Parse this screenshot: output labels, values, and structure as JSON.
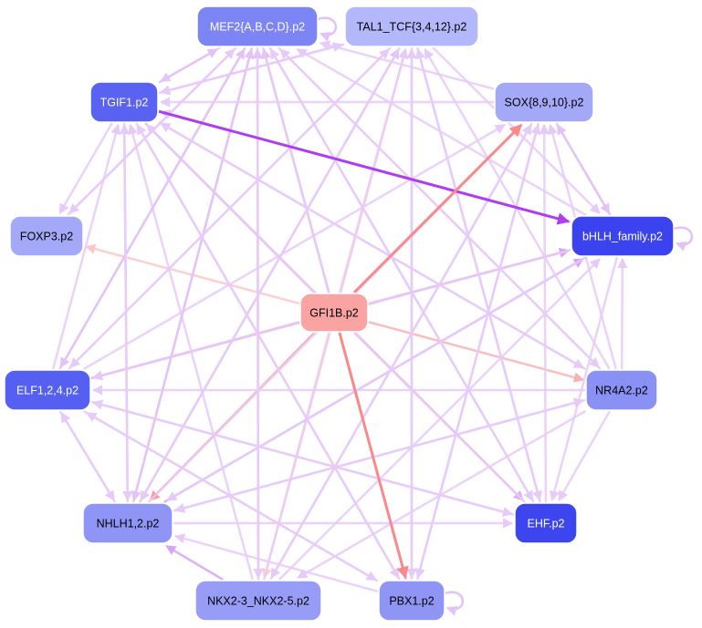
{
  "nodes": [
    {
      "id": "mef2",
      "label": "MEF2{A,B,C,D}.p2",
      "fill": "#7d85f4",
      "text": "#ffffff",
      "self_loop": true
    },
    {
      "id": "tal1",
      "label": "TAL1_TCF{3,4,12}.p2",
      "fill": "#b3b8fa",
      "text": "#000000",
      "self_loop": false
    },
    {
      "id": "tgif1",
      "label": "TGIF1.p2",
      "fill": "#5a62f2",
      "text": "#ffffff",
      "self_loop": false
    },
    {
      "id": "sox",
      "label": "SOX{8,9,10}.p2",
      "fill": "#a3a9f7",
      "text": "#000000",
      "self_loop": false
    },
    {
      "id": "foxp3",
      "label": "FOXP3.p2",
      "fill": "#a3a9f7",
      "text": "#000000",
      "self_loop": false
    },
    {
      "id": "bhlh",
      "label": "bHLH_family.p2",
      "fill": "#3a43ee",
      "text": "#ffffff",
      "self_loop": true
    },
    {
      "id": "gfi1b",
      "label": "GFI1B.p2",
      "fill": "#f9a3a3",
      "text": "#000000",
      "self_loop": false
    },
    {
      "id": "elf",
      "label": "ELF1,2,4.p2",
      "fill": "#5560f2",
      "text": "#ffffff",
      "self_loop": false
    },
    {
      "id": "nr4a2",
      "label": "NR4A2.p2",
      "fill": "#8a91f5",
      "text": "#000000",
      "self_loop": false
    },
    {
      "id": "nhlh",
      "label": "NHLH1,2.p2",
      "fill": "#8e95f5",
      "text": "#000000",
      "self_loop": false
    },
    {
      "id": "ehf",
      "label": "EHF.p2",
      "fill": "#3d46ee",
      "text": "#ffffff",
      "self_loop": false
    },
    {
      "id": "nkx",
      "label": "NKX2-3_NKX2-5.p2",
      "fill": "#979df6",
      "text": "#000000",
      "self_loop": false
    },
    {
      "id": "pbx1",
      "label": "PBX1.p2",
      "fill": "#8e95f5",
      "text": "#000000",
      "self_loop": true
    }
  ],
  "edges": [
    {
      "from": "tgif1",
      "to": "bhlh",
      "color": "#b03cf0"
    },
    {
      "from": "gfi1b",
      "to": "sox",
      "color": "#fa8a8a"
    },
    {
      "from": "gfi1b",
      "to": "pbx1",
      "color": "#fa8a8a"
    },
    {
      "from": "gfi1b",
      "to": "nhlh",
      "color": "#fa9a9a"
    },
    {
      "from": "gfi1b",
      "to": "nr4a2",
      "color": "#fab0b0"
    },
    {
      "from": "gfi1b",
      "to": "ehf",
      "color": "#fbbaba"
    },
    {
      "from": "gfi1b",
      "to": "elf",
      "color": "#fbc2c2"
    },
    {
      "from": "gfi1b",
      "to": "foxp3",
      "color": "#fcc8c8"
    },
    {
      "from": "gfi1b",
      "to": "tgif1",
      "color": "#fcc8c8"
    },
    {
      "from": "gfi1b",
      "to": "mef2",
      "color": "#fcc8c8"
    },
    {
      "from": "gfi1b",
      "to": "tal1",
      "color": "#fcd0d0"
    },
    {
      "from": "gfi1b",
      "to": "bhlh",
      "color": "#fcd0d0"
    },
    {
      "from": "gfi1b",
      "to": "nkx",
      "color": "#fcd0d0"
    },
    {
      "from": "elf",
      "to": "bhlh",
      "color": "#d6a6f5"
    },
    {
      "from": "nhlh",
      "to": "bhlh",
      "color": "#d6a6f5"
    },
    {
      "from": "nkx",
      "to": "nhlh",
      "color": "#d6a6f5"
    },
    {
      "from": "nhlh",
      "to": "mef2",
      "color": "#e2c2f8"
    },
    {
      "from": "nhlh",
      "to": "tal1",
      "color": "#e2c2f8"
    },
    {
      "from": "nhlh",
      "to": "tgif1",
      "color": "#e6caf9"
    },
    {
      "from": "nhlh",
      "to": "sox",
      "color": "#e6caf9"
    },
    {
      "from": "nhlh",
      "to": "nr4a2",
      "color": "#e6caf9"
    },
    {
      "from": "elf",
      "to": "mef2",
      "color": "#e2c2f8"
    },
    {
      "from": "elf",
      "to": "tal1",
      "color": "#e6caf9"
    },
    {
      "from": "elf",
      "to": "tgif1",
      "color": "#e6caf9"
    },
    {
      "from": "elf",
      "to": "sox",
      "color": "#e6caf9"
    },
    {
      "from": "nkx",
      "to": "mef2",
      "color": "#e2c2f8"
    },
    {
      "from": "nkx",
      "to": "tal1",
      "color": "#e6caf9"
    },
    {
      "from": "nkx",
      "to": "tgif1",
      "color": "#e6caf9"
    },
    {
      "from": "nkx",
      "to": "bhlh",
      "color": "#e6caf9"
    },
    {
      "from": "pbx1",
      "to": "mef2",
      "color": "#e2c2f8"
    },
    {
      "from": "pbx1",
      "to": "tal1",
      "color": "#e6caf9"
    },
    {
      "from": "pbx1",
      "to": "elf",
      "color": "#e6caf9"
    },
    {
      "from": "pbx1",
      "to": "tgif1",
      "color": "#e6caf9"
    },
    {
      "from": "nr4a2",
      "to": "mef2",
      "color": "#e6caf9"
    },
    {
      "from": "nr4a2",
      "to": "tgif1",
      "color": "#e6caf9"
    },
    {
      "from": "nr4a2",
      "to": "bhlh",
      "color": "#e6caf9"
    },
    {
      "from": "nr4a2",
      "to": "elf",
      "color": "#e6caf9"
    },
    {
      "from": "nr4a2",
      "to": "nhlh",
      "color": "#e6caf9"
    },
    {
      "from": "nr4a2",
      "to": "nkx",
      "color": "#e6caf9"
    },
    {
      "from": "nr4a2",
      "to": "tal1",
      "color": "#e6caf9"
    },
    {
      "from": "ehf",
      "to": "mef2",
      "color": "#e6caf9"
    },
    {
      "from": "ehf",
      "to": "tal1",
      "color": "#e6caf9"
    },
    {
      "from": "ehf",
      "to": "sox",
      "color": "#e6caf9"
    },
    {
      "from": "ehf",
      "to": "elf",
      "color": "#e6caf9"
    },
    {
      "from": "mef2",
      "to": "nhlh",
      "color": "#e2c2f8"
    },
    {
      "from": "mef2",
      "to": "elf",
      "color": "#e2c2f8"
    },
    {
      "from": "mef2",
      "to": "foxp3",
      "color": "#e6caf9"
    },
    {
      "from": "mef2",
      "to": "pbx1",
      "color": "#e6caf9"
    },
    {
      "from": "mef2",
      "to": "nkx",
      "color": "#e6caf9"
    },
    {
      "from": "mef2",
      "to": "ehf",
      "color": "#e6caf9"
    },
    {
      "from": "mef2",
      "to": "nr4a2",
      "color": "#e6caf9"
    },
    {
      "from": "mef2",
      "to": "tgif1",
      "color": "#e6caf9"
    },
    {
      "from": "tal1",
      "to": "tgif1",
      "color": "#e6caf9"
    },
    {
      "from": "tal1",
      "to": "nhlh",
      "color": "#e6caf9"
    },
    {
      "from": "tal1",
      "to": "elf",
      "color": "#e6caf9"
    },
    {
      "from": "tal1",
      "to": "pbx1",
      "color": "#e6caf9"
    },
    {
      "from": "tal1",
      "to": "ehf",
      "color": "#e6caf9"
    },
    {
      "from": "tal1",
      "to": "bhlh",
      "color": "#e6caf9"
    },
    {
      "from": "tgif1",
      "to": "mef2",
      "color": "#e2c2f8"
    },
    {
      "from": "tgif1",
      "to": "tal1",
      "color": "#e6caf9"
    },
    {
      "from": "tgif1",
      "to": "foxp3",
      "color": "#e6caf9"
    },
    {
      "from": "tgif1",
      "to": "nhlh",
      "color": "#e6caf9"
    },
    {
      "from": "tgif1",
      "to": "ehf",
      "color": "#dcb4f6"
    },
    {
      "from": "tgif1",
      "to": "pbx1",
      "color": "#e6caf9"
    },
    {
      "from": "tgif1",
      "to": "nr4a2",
      "color": "#e6caf9"
    },
    {
      "from": "sox",
      "to": "mef2",
      "color": "#e6caf9"
    },
    {
      "from": "sox",
      "to": "tgif1",
      "color": "#e6caf9"
    },
    {
      "from": "sox",
      "to": "bhlh",
      "color": "#e2c2f8"
    },
    {
      "from": "sox",
      "to": "pbx1",
      "color": "#e6caf9"
    },
    {
      "from": "sox",
      "to": "nkx",
      "color": "#e6caf9"
    },
    {
      "from": "bhlh",
      "to": "mef2",
      "color": "#e6caf9"
    },
    {
      "from": "bhlh",
      "to": "sox",
      "color": "#e2c2f8"
    },
    {
      "from": "bhlh",
      "to": "tgif1",
      "color": "#e6caf9"
    },
    {
      "from": "bhlh",
      "to": "nhlh",
      "color": "#e6caf9"
    },
    {
      "from": "bhlh",
      "to": "elf",
      "color": "#e6caf9"
    },
    {
      "from": "bhlh",
      "to": "ehf",
      "color": "#e6caf9"
    },
    {
      "from": "foxp3",
      "to": "mef2",
      "color": "#e6caf9"
    },
    {
      "from": "nhlh",
      "to": "ehf",
      "color": "#e6caf9"
    },
    {
      "from": "elf",
      "to": "nhlh",
      "color": "#e6caf9"
    },
    {
      "from": "elf",
      "to": "ehf",
      "color": "#e6caf9"
    },
    {
      "from": "elf",
      "to": "pbx1",
      "color": "#e6caf9"
    },
    {
      "from": "nkx",
      "to": "sox",
      "color": "#e6caf9"
    },
    {
      "from": "pbx1",
      "to": "sox",
      "color": "#e6caf9"
    },
    {
      "from": "pbx1",
      "to": "nhlh",
      "color": "#e6caf9"
    },
    {
      "from": "nr4a2",
      "to": "sox",
      "color": "#e6caf9"
    },
    {
      "from": "nr4a2",
      "to": "ehf",
      "color": "#e6caf9"
    },
    {
      "from": "nhlh",
      "to": "elf",
      "color": "#e6caf9"
    },
    {
      "from": "ehf",
      "to": "tgif1",
      "color": "#e6caf9"
    }
  ]
}
